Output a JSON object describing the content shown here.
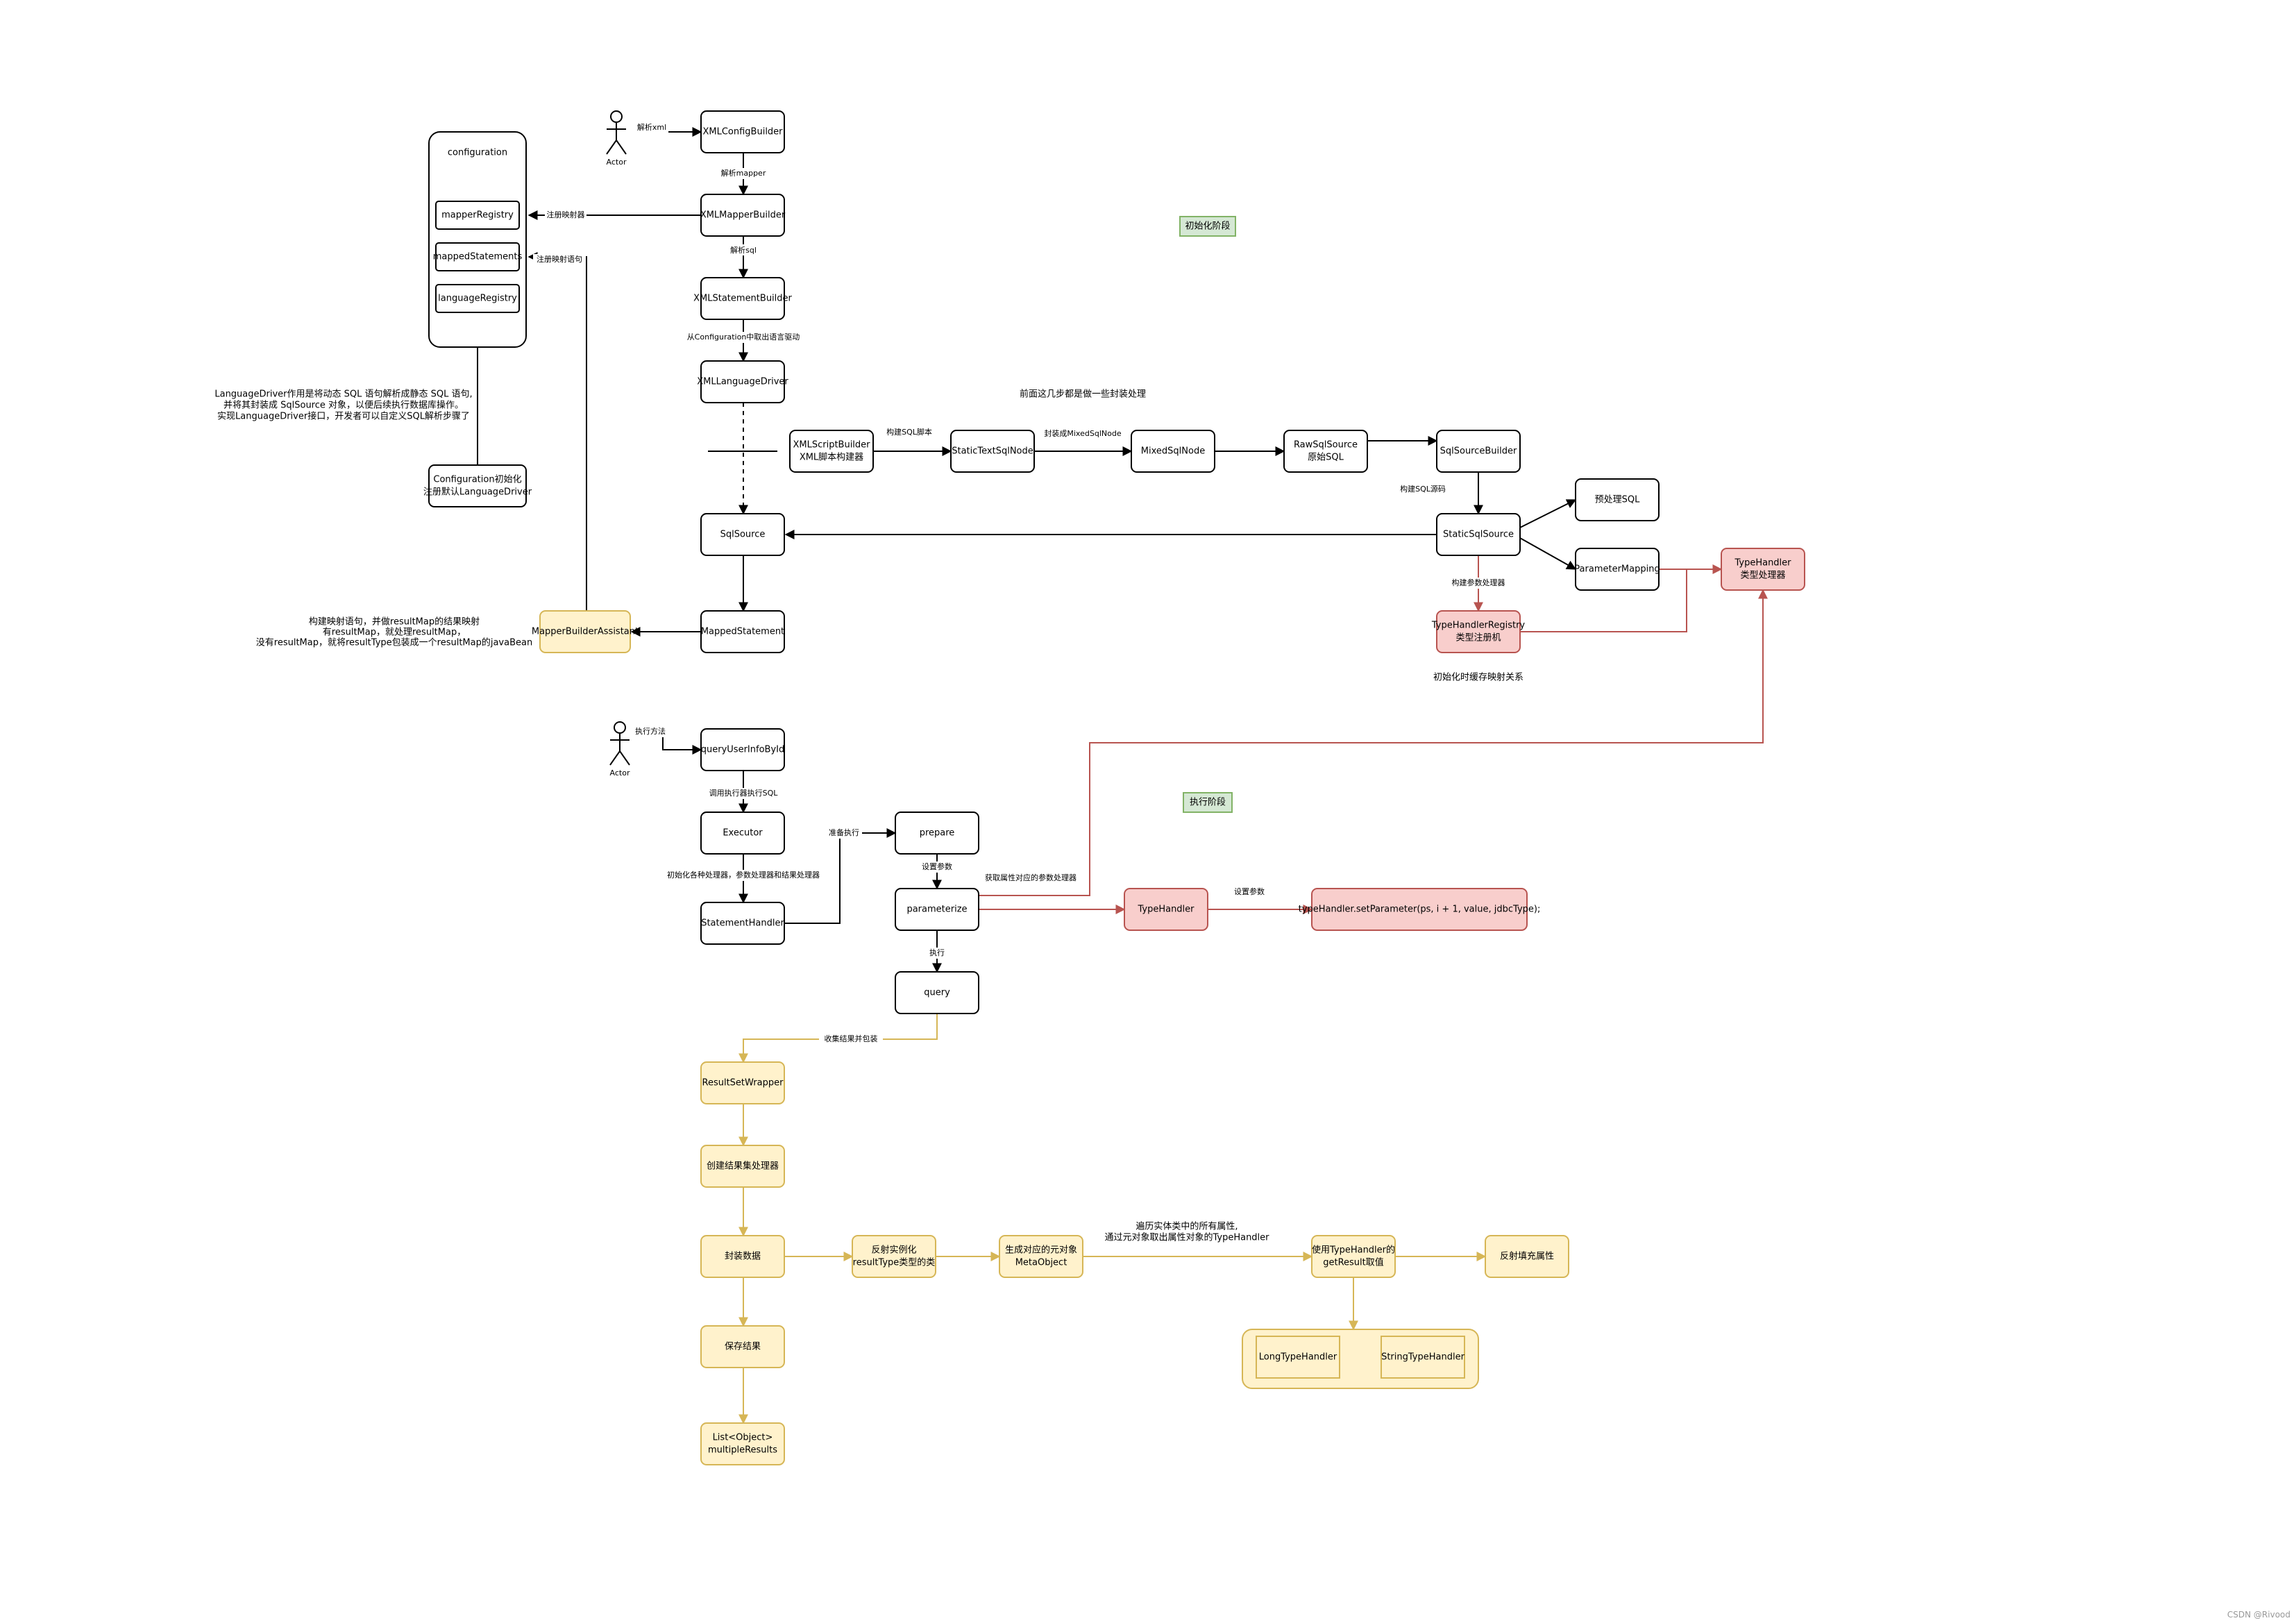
{
  "actors": {
    "actor1": "Actor",
    "actor2": "Actor"
  },
  "config": {
    "title": "configuration",
    "mapper_registry": "mapperRegistry",
    "mapped_statements": "mappedStatements",
    "language_registry": "languageRegistry",
    "init_line1": "Configuration初始化",
    "init_line2": "注册默认LanguageDriver"
  },
  "init": {
    "stage_label": "初始化阶段",
    "xml_config_builder": "XMLConfigBuilder",
    "xml_mapper_builder": "XMLMapperBuilder",
    "xml_statement_builder": "XMLStatementBuilder",
    "xml_language_driver": "XMLLanguageDriver",
    "xml_script_builder_1": "XMLScriptBuilder",
    "xml_script_builder_2": "XML脚本构建器",
    "static_text_sql_node": "StaticTextSqlNode",
    "mixed_sql_node": "MixedSqlNode",
    "raw_sql_source_1": "RawSqlSource",
    "raw_sql_source_2": "原始SQL",
    "sql_source_builder": "SqlSourceBuilder",
    "static_sql_source": "StaticSqlSource",
    "preprocess_sql": "预处理SQL",
    "parameter_mapping": "ParameterMapping",
    "type_handler_1": "TypeHandler",
    "type_handler_2": "类型处理器",
    "type_handler_registry_1": "TypeHandlerRegistry",
    "type_handler_registry_2": "类型注册机",
    "sql_source": "SqlSource",
    "mapped_statement": "MappedStatement",
    "mapper_builder_assistant": "MapperBuilderAssistant"
  },
  "init_edges": {
    "parse_xml": "解析xml",
    "parse_mapper": "解析mapper",
    "parse_sql": "解析sql",
    "get_driver": "从Configuration中取出语言驱动",
    "register_mapper": "注册映射器",
    "register_statement": "注册映射语句",
    "build_sql_script": "构建SQL脚本",
    "wrap_mixed": "封装成MixedSqlNode",
    "build_sql_source": "构建SQL源码",
    "build_param_handler": "构建参数处理器"
  },
  "notes": {
    "language_driver_1": "LanguageDriver作用是将动态 SQL 语句解析成静态 SQL 语句,",
    "language_driver_2": "并将其封装成 SqlSource 对象，以便后续执行数据库操作。",
    "language_driver_3": "实现LanguageDriver接口，开发者可以自定义SQL解析步骤了",
    "prev_steps": "前面这几步都是做一些封装处理",
    "build_map_1": "构建映射语句，并做resultMap的结果映射",
    "build_map_2": "有resultMap，就处理resultMap，",
    "build_map_3": "没有resultMap，就将resultType包装成一个resultMap的javaBean",
    "cache_map": "初始化时缓存映射关系",
    "traverse_1": "遍历实体类中的所有属性,",
    "traverse_2": "通过元对象取出属性对象的TypeHandler"
  },
  "exec": {
    "stage_label": "执行阶段",
    "query_user_info": "queryUserInfoById",
    "executor": "Executor",
    "statement_handler": "StatementHandler",
    "prepare": "prepare",
    "parameterize": "parameterize",
    "query": "query",
    "type_handler": "TypeHandler",
    "set_parameter": "typeHandler.setParameter(ps, i + 1, value, jdbcType);",
    "result_set_wrapper": "ResultSetWrapper",
    "create_handler": "创建结果集处理器",
    "wrap_data": "封装数据",
    "save_result": "保存结果",
    "list_1": "List<Object>",
    "list_2": "multipleResults",
    "reflect_1": "反射实例化",
    "reflect_2": "resultType类型的类",
    "meta_1": "生成对应的元对象",
    "meta_2": "MetaObject",
    "use_handler_1": "使用TypeHandler的",
    "use_handler_2": "getResult取值",
    "reflect_fill": "反射填充属性",
    "long_type_handler": "LongTypeHandler",
    "string_type_handler": "StringTypeHandler"
  },
  "exec_edges": {
    "exec_method": "执行方法",
    "call_executor": "调用执行器执行SQL",
    "init_handlers": "初始化各种处理器，参数处理器和结果处理器",
    "prepare_exec": "准备执行",
    "set_params": "设置参数",
    "get_param_handler": "获取属性对应的参数处理器",
    "set_param": "设置参数",
    "execute": "执行",
    "collect_results": "收集结果并包装"
  },
  "watermark": "CSDN @Rivood",
  "colors": {
    "yellow_fill": "#fff2cc",
    "yellow_stroke": "#d6b656",
    "red_fill": "#f8cecc",
    "red_stroke": "#b85450",
    "green_fill": "#d5e8d4",
    "green_stroke": "#82b366"
  }
}
